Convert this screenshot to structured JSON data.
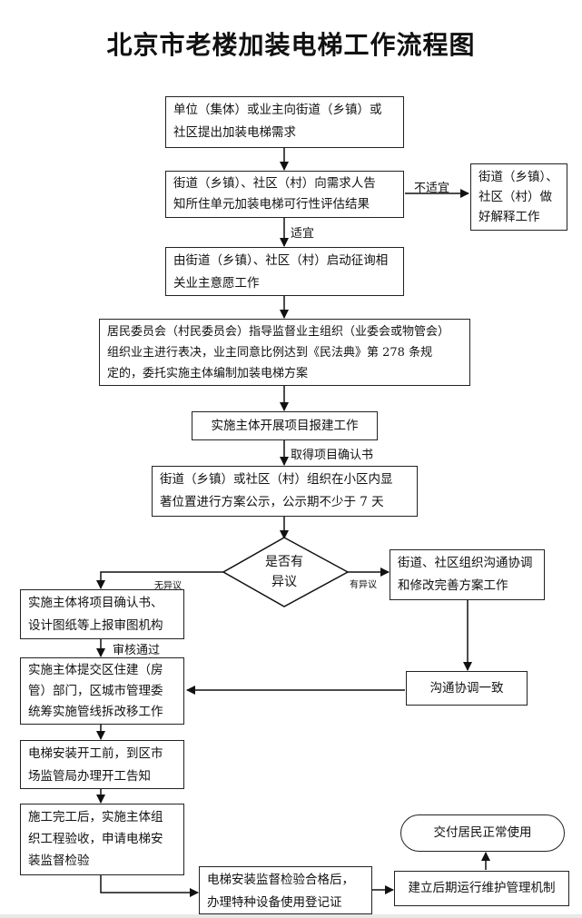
{
  "title": "北京市老楼加装电梯工作流程图",
  "steps": {
    "s1": [
      "单位（集体）或业主向街道（乡镇）或",
      "社区提出加装电梯需求"
    ],
    "s2": [
      "街道（乡镇）、社区（村）向需求人告",
      "知所住单元加装电梯可行性评估结果"
    ],
    "s2_side": [
      "街道（乡镇）、",
      "社区（村）做",
      "好解释工作"
    ],
    "s3": [
      "由街道（乡镇）、社区（村）启动征询相",
      "关业主意愿工作"
    ],
    "s4": [
      "居民委员会（村民委员会）指导监督业主组织（业委会或物管会）",
      "组织业主进行表决，业主同意比例达到《民法典》第 278 条规",
      "定的，委托实施主体编制加装电梯方案"
    ],
    "s5": "实施主体开展项目报建工作",
    "s6": [
      "街道（乡镇）或社区（村）组织在小区内显",
      "著位置进行方案公示，公示期不少于 7 天"
    ],
    "diamond": [
      "是否有",
      "异议"
    ],
    "right1": [
      "街道、社区组织沟通协调",
      "和修改完善方案工作"
    ],
    "right2": "沟通协调一致",
    "left1": [
      "实施主体将项目确认书、",
      "设计图纸等上报审图机构"
    ],
    "left2": [
      "实施主体提交区住建（房",
      "管）部门，区城市管理委",
      "统筹实施管线拆改移工作"
    ],
    "left3": [
      "电梯安装开工前，到区市",
      "场监管局办理开工告知"
    ],
    "left4": [
      "施工完工后，实施主体组",
      "织工程验收，申请电梯安",
      "装监督检验"
    ],
    "bottom_mid": [
      "电梯安装监督检验合格后，",
      "办理特种设备使用登记证"
    ],
    "bottom_right": "建立后期运行维护管理机制",
    "oval": "交付居民正常使用"
  },
  "labels": {
    "not_suitable": "不适宜",
    "suitable": "适宜",
    "get_confirm": "取得项目确认书",
    "no_objection": "无异议",
    "has_objection": "有异议",
    "review_pass": "审核通过"
  }
}
